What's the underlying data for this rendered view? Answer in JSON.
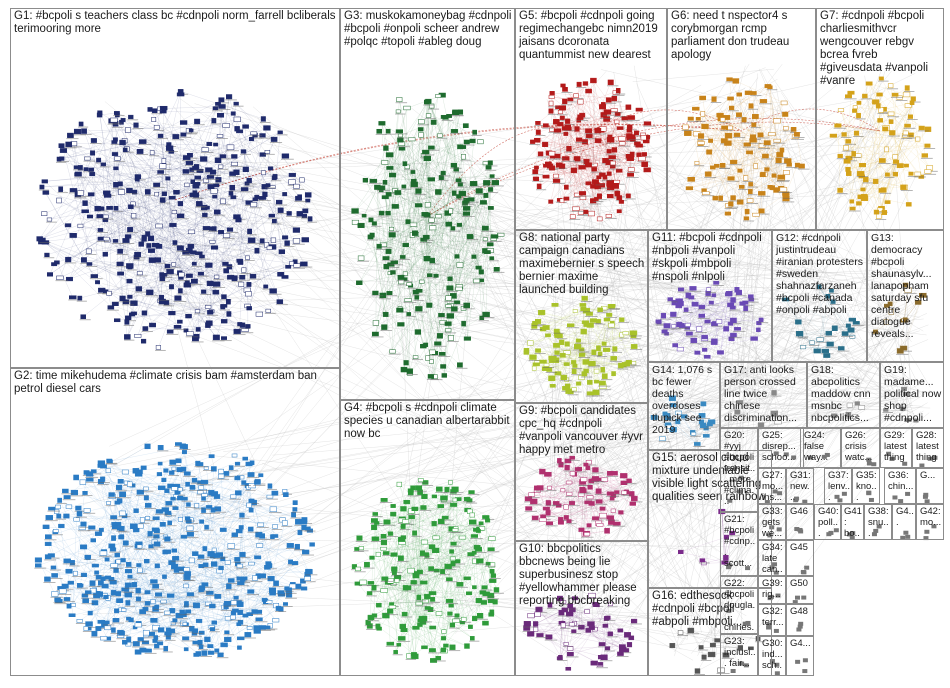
{
  "graph": {
    "groups": [
      {
        "id": "G1",
        "label": "G1: #bcpoli s teachers class bc #cdnpoli norm_farrell bcliberals terimooring more",
        "color": "#1f2a6b"
      },
      {
        "id": "G2",
        "label": "G2: time mikehudema #climate crisis bam #amsterdam ban petrol diesel cars",
        "color": "#2a7bc4"
      },
      {
        "id": "G3",
        "label": "G3: muskokamoneybag #cdnpoli #bcpoli #onpoli scheer andrew #polqc #topoli #ableg doug",
        "color": "#1e6b2e"
      },
      {
        "id": "G4",
        "label": "G4: #bcpoli s #cdnpoli climate species u canadian albertarabbit now bc",
        "color": "#2f9b3a"
      },
      {
        "id": "G5",
        "label": "G5: #bcpoli #cdnpoli going regimechangebc nimn2019 jaisans dcoronata quantummist new dearest",
        "color": "#b31a1a"
      },
      {
        "id": "G6",
        "label": "G6: need t nspector4 s corybmorgan rcmp parliament don trudeau apology",
        "color": "#c8831a"
      },
      {
        "id": "G7",
        "label": "G7: #cdnpoli #bcpoli charliesmithvcr wengcouver rebgv bcrea fvreb #giveusdata #vanpoli #vanre",
        "color": "#d4a21a"
      },
      {
        "id": "G8",
        "label": "G8: national party campaign canadians maximebernier s speech bernier maxime launched building",
        "color": "#a9c22a"
      },
      {
        "id": "G9",
        "label": "G9: #bcpoli candidates cpc_hq #cdnpoli #vanpoli vancouver #yvr happy met metro",
        "color": "#b0306e"
      },
      {
        "id": "G10",
        "label": "G10: bbcpolitics bbcnews being lie superbusinesz stop #yellowhammer please reporting bbcbreaking",
        "color": "#6a2a7a"
      },
      {
        "id": "G11",
        "label": "G11: #bcpoli #cdnpoli #nbpoli #vanpoli #skpoli #mbpoli #nspoli #nlpoli",
        "color": "#6a4ab5"
      },
      {
        "id": "G12",
        "label": "G12: #cdnpoli justintrudeau #iranian protesters #sweden shahnazfarzaneh #bcpoli #canada #onpoli #abpoli",
        "color": "#2a6f8a"
      },
      {
        "id": "G13",
        "label": "G13: democracy #bcpoli shaunasylv... lanapopham saturday sfu centre dialogue reveals...",
        "color": "#8a6a2a"
      },
      {
        "id": "G14",
        "label": "G14: 1,076 s bc fewer deaths overdoses tlupick see 2019",
        "color": "#3a8ac2"
      },
      {
        "id": "G15",
        "label": "G15: aerosol cloud mixture undeniable visible light scattering qualities seen rainbow",
        "color": "#7a2a8a"
      },
      {
        "id": "G16",
        "label": "G16: edthesock #cdnpoli #bcpoli #abpoli #mbpoli...",
        "color": "#555555"
      },
      {
        "id": "G17",
        "label": "G17: anti looks person crossed line twice chinese discrimination...",
        "color": "#888888"
      },
      {
        "id": "G18",
        "label": "G18: abcpolitics maddow cnn msnbc nbcpolitics...",
        "color": "#888888"
      },
      {
        "id": "G19",
        "label": "G19: madame... political now shop #cdnpoli...",
        "color": "#888888"
      }
    ],
    "small_groups": [
      {
        "id": "G20",
        "label": "G20: #yyj #bcpoli transit... more #clima..."
      },
      {
        "id": "G21",
        "label": "G21: #bcpoli #cdnp... scott..."
      },
      {
        "id": "G22",
        "label": "G22: #bcpoli dougla... chines..."
      },
      {
        "id": "G23",
        "label": "G23: inclusi... fair..."
      },
      {
        "id": "G24",
        "label": "G24: false way..."
      },
      {
        "id": "G25",
        "label": "G25: disrep... schoo..."
      },
      {
        "id": "G26",
        "label": "G26: crisis watc..."
      },
      {
        "id": "G27",
        "label": "G27: mo... ins..."
      },
      {
        "id": "G28",
        "label": "G28: latest thing"
      },
      {
        "id": "G29",
        "label": "G29: latest thing"
      },
      {
        "id": "G30",
        "label": "G30: ind... sch..."
      },
      {
        "id": "G31",
        "label": "G31: new..."
      },
      {
        "id": "G32",
        "label": "G32: terr..."
      },
      {
        "id": "G33",
        "label": "G33: gets we..."
      },
      {
        "id": "G34",
        "label": "G34: late can..."
      },
      {
        "id": "G35",
        "label": "G35: kno..."
      },
      {
        "id": "G36",
        "label": "G36: chin..."
      },
      {
        "id": "G37",
        "label": "G37: lenv..."
      },
      {
        "id": "G38",
        "label": "G38: snu..."
      },
      {
        "id": "G39",
        "label": "G39: rig..."
      },
      {
        "id": "G40",
        "label": "G40: poll..."
      },
      {
        "id": "G41",
        "label": "G41: bo..."
      },
      {
        "id": "G42",
        "label": "G42: mo..."
      },
      {
        "id": "G43",
        "label": "G4..."
      },
      {
        "id": "G44",
        "label": "G4..."
      },
      {
        "id": "G45",
        "label": "G45"
      },
      {
        "id": "G46",
        "label": "G46"
      },
      {
        "id": "G47",
        "label": "G..."
      },
      {
        "id": "G48",
        "label": "G48"
      },
      {
        "id": "G49",
        "label": "G..."
      },
      {
        "id": "G50",
        "label": "G50"
      }
    ]
  }
}
